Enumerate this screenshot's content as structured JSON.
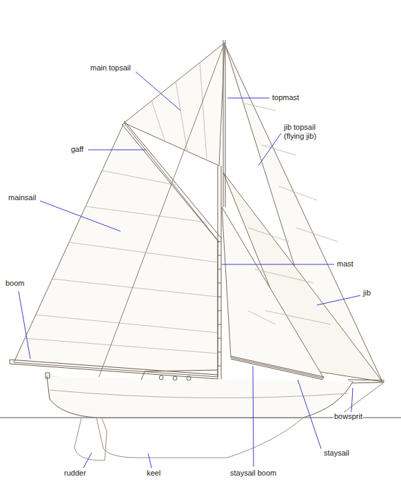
{
  "diagram": {
    "labels": [
      "main topsail",
      "topmast",
      "jib topsail (flying jib)",
      "gaff",
      "mainsail",
      "mast",
      "boom",
      "jib",
      "rudder",
      "keel",
      "staysail boom",
      "staysail",
      "bowsprit"
    ]
  }
}
